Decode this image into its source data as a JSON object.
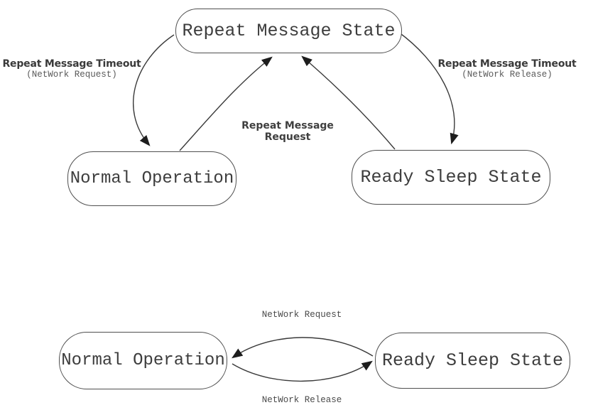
{
  "diagram": {
    "top": {
      "states": {
        "repeat": "Repeat Message State",
        "normal": "Normal Operation",
        "sleep": "Ready Sleep State"
      },
      "labels": {
        "left_line1": "Repeat Message Timeout",
        "left_line2": "(NetWork Request)",
        "right_line1": "Repeat Message Timeout",
        "right_line2": "(NetWork Release)",
        "middle_line1": "Repeat Message",
        "middle_line2": "Request"
      },
      "transitions": [
        {
          "from": "Repeat Message State",
          "to": "Normal Operation",
          "label": "Repeat Message Timeout (NetWork Request)"
        },
        {
          "from": "Normal Operation",
          "to": "Repeat Message State",
          "label": "Repeat Message Request"
        },
        {
          "from": "Ready Sleep State",
          "to": "Repeat Message State",
          "label": "Repeat Message Request"
        },
        {
          "from": "Repeat Message State",
          "to": "Ready Sleep State",
          "label": "Repeat Message Timeout (NetWork Release)"
        }
      ]
    },
    "bottom": {
      "states": {
        "normal": "Normal Operation",
        "sleep": "Ready Sleep State"
      },
      "labels": {
        "top": "NetWork Request",
        "bottom": "NetWork Release"
      },
      "transitions": [
        {
          "from": "Ready Sleep State",
          "to": "Normal Operation",
          "label": "NetWork Request"
        },
        {
          "from": "Normal Operation",
          "to": "Ready Sleep State",
          "label": "NetWork Release"
        }
      ]
    },
    "colors": {
      "background": "#ffffff",
      "line": "#3a3a3a",
      "state_border": "#4f4f4f",
      "state_text": "#3d3d3d",
      "label_text": "#3a3a3a",
      "sub_label_text": "#5a5a5a"
    }
  }
}
